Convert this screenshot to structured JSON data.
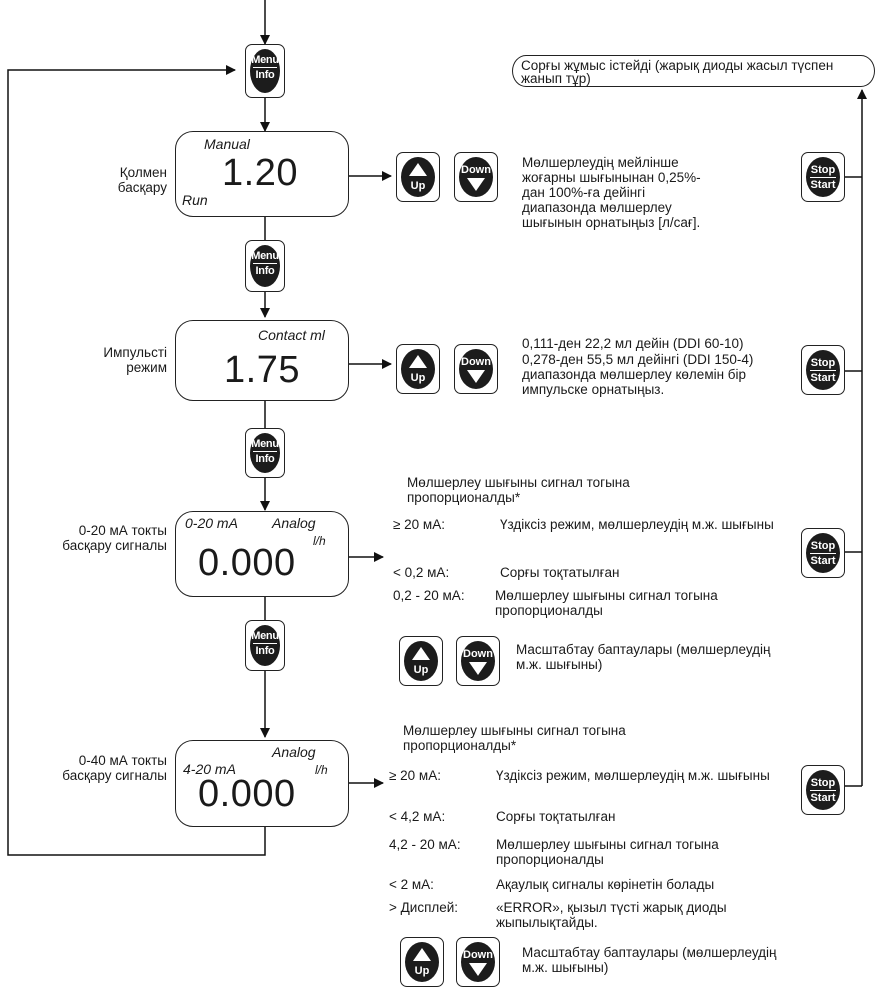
{
  "status_box": {
    "text": "Сорғы жұмыс істейді (жарық диоды жасыл түспен жанып тұр)"
  },
  "modes": [
    {
      "label": "Қолмен басқару",
      "display": {
        "top": "Manual",
        "value": "1.20",
        "bottom": "Run"
      },
      "description": "Мөлшерлеудің мейлінше жоғарны шығынынан 0,25%-дан 100%-ға дейінгі диапазонда мөлшерлеу шығынын орнатыңыз [л/сағ]."
    },
    {
      "label": "Импульсті режим",
      "display": {
        "top": "Contact ml",
        "value": "1.75"
      },
      "description_1": "0,111-ден 22,2 мл дейін (DDI 60-10)",
      "description_2": "0,278-ден 55,5 мл дейінгі (DDI 150-4) диапазонда мөлшерлеу көлемін бір импульске орнатыңыз."
    },
    {
      "label": "0-20 мА токты басқару сигналы",
      "display": {
        "range": "0-20 mA",
        "mode": "Analog",
        "unit": "l/h",
        "value": "0.000"
      },
      "heading": "Мөлшерлеу шығыны сигнал тогына пропорционалды*",
      "rows": [
        {
          "key": "≥ 20 мА:",
          "value": "Үздіксіз режим, мөлшерлеудің м.ж. шығыны"
        },
        {
          "key": "< 0,2 мА:",
          "value": "Сорғы тоқтатылған"
        },
        {
          "key": "0,2 - 20 мА:",
          "value": "Мөлшерлеу шығыны сигнал тогына пропорционалды"
        }
      ],
      "scaling": "Масштабтау баптаулары (мөлшерлеудің м.ж. шығыны)"
    },
    {
      "label": "0-40 мА токты басқару сигналы",
      "display": {
        "range": "4-20 mA",
        "mode": "Analog",
        "unit": "l/h",
        "value": "0.000"
      },
      "heading": "Мөлшерлеу шығыны сигнал тогына пропорционалды*",
      "rows": [
        {
          "key": "≥ 20 мА:",
          "value": "Үздіксіз режим, мөлшерлеудің м.ж. шығыны"
        },
        {
          "key": "< 4,2 мА:",
          "value": "Сорғы тоқтатылған"
        },
        {
          "key": "4,2 - 20 мА:",
          "value": "Мөлшерлеу шығыны сигнал тогына пропорционалды"
        },
        {
          "key": "< 2 мА:",
          "value": "Ақаулық сигналы көрінетін болады"
        },
        {
          "key": "> Дисплей:",
          "value": "«ERROR», қызыл түсті жарық диоды жыпылықтайды."
        }
      ],
      "scaling": "Масштабтау баптаулары (мөлшерлеудің м.ж. шығыны)"
    }
  ],
  "buttons": {
    "menu_top": "Menu",
    "menu_bottom": "Info",
    "stop": "Stop",
    "start": "Start",
    "up": "Up",
    "down": "Down"
  }
}
